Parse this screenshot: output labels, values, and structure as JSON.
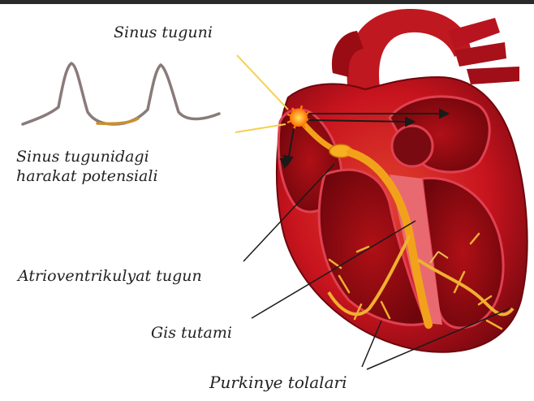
{
  "labels": {
    "sinus_node": "Sinus tuguni",
    "action_potential_line1": "Sinus tugunidagi",
    "action_potential_line2": "harakat potensiali",
    "av_node": "Atrioventrikulyat tugun",
    "his_bundle": "Gis tutami",
    "purkinje_fibers": "Purkinye tolalari"
  },
  "colors": {
    "heart_dark": "#8c0a10",
    "heart_main": "#c8141e",
    "heart_light": "#e0402e",
    "conduction": "#f2a21a",
    "sa_node": "#ff8a00",
    "waveform": "#8a7a7a",
    "leader_line": "#1a1a1a",
    "sa_rays": "#f5d050"
  }
}
